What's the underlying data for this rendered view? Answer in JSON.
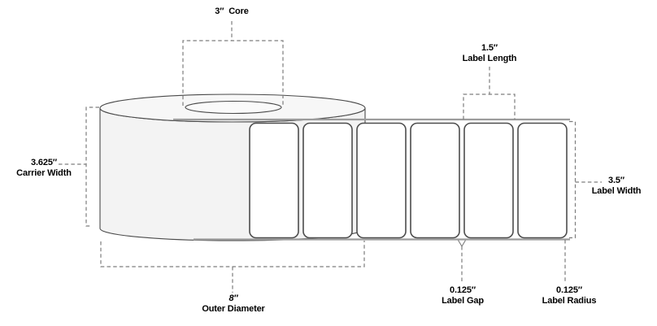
{
  "diagram": {
    "type": "label-roll-dimension-diagram",
    "annotations": {
      "core": {
        "value": "3″",
        "label": "Core"
      },
      "label_length": {
        "value": "1.5″",
        "label": "Label Length"
      },
      "carrier_width": {
        "value": "3.625″",
        "label": "Carrier Width"
      },
      "outer_diameter": {
        "value": "8″",
        "label": "Outer Diameter"
      },
      "label_gap": {
        "value": "0.125″",
        "label": "Label Gap"
      },
      "label_radius": {
        "value": "0.125″",
        "label": "Label Radius"
      },
      "label_width": {
        "value": "3.5″",
        "label": "Label Width"
      }
    },
    "roll": {
      "labels_visible": 6
    },
    "colors": {
      "outline": "#4a4a4a",
      "liner_edge": "#9c9c9c",
      "label_stroke": "#4d4d4d",
      "dash": "#7d7d7d",
      "roll_top_fill": "#f7f7f7",
      "roll_body_fill": "#f3f3f3",
      "core_fill": "#fafafa",
      "label_fill": "#ffffff",
      "text": "#000000"
    }
  }
}
